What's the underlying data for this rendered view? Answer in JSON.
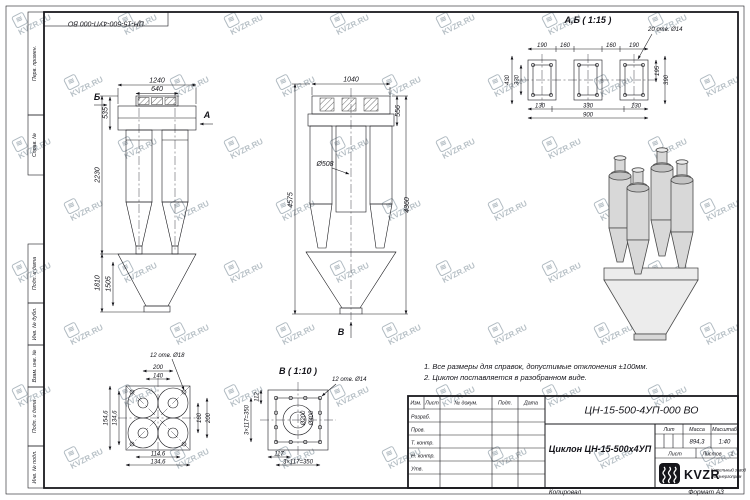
{
  "watermark": {
    "text": "KVZR.RU",
    "icon": "≋"
  },
  "margin": {
    "doc_number": "ЦН-15-500-4УП-000 ВО",
    "stamps": {
      "perv": "Перв. примен.",
      "sprav": "Справ. №",
      "podp1": "Подп. и дата",
      "inv_dubl": "Инв. № дубл.",
      "vzam": "Взам. инв. №",
      "podp2": "Подп. и дата",
      "inv_podl": "Инв. № подл."
    }
  },
  "views": {
    "front": {
      "dim_w1": "1240",
      "dim_w2": "640",
      "dim_h535": "535",
      "dim_h2230": "2230",
      "dim_h1810": "1810",
      "dim_h1505": "1505",
      "sec_b": "Б",
      "sec_a": "А"
    },
    "side": {
      "dim_w": "1040",
      "dim_h556": "556",
      "dia": "Ø508",
      "dim_h4575": "4575",
      "dim_h4360": "4360",
      "sec_v": "В"
    },
    "ab": {
      "title": "А,Б ( 1:15 )",
      "holes": "20 отв. Ø14",
      "t190a": "190",
      "t160a": "160",
      "t160b": "160",
      "t190b": "190",
      "l430": "430",
      "l330": "330",
      "r195": "195",
      "r390": "390",
      "b130a": "130",
      "b330": "330",
      "b130b": "130",
      "total": "900"
    },
    "bottom": {
      "d200": "200",
      "d140": "140",
      "holes": "12 отв. Ø18",
      "r160": "160",
      "r200": "200",
      "l134": "134,6",
      "l154": "154,6",
      "b114": "114,6",
      "b134": "134,6"
    },
    "secv": {
      "title": "В ( 1:10 )",
      "holes": "12 отв. Ø14",
      "d112": "112",
      "pitch_l": "3×117=350",
      "d117": "117",
      "pitch_b": "3×117=350",
      "dia1": "Ø200",
      "dia2": "Ø400"
    }
  },
  "notes": {
    "line1": "1. Все размеры для справок, допустимые отклонения ±100мм.",
    "line2": "2. Циклон поставляется в разобранном виде."
  },
  "title_block": {
    "designation": "ЦН-15-500-4УП-000 ВО",
    "name": "Циклон ЦН-15-500х4УП",
    "header": {
      "izm": "Изм.",
      "list": "Лист",
      "doc": "№ докум.",
      "podp": "Подп.",
      "date": "Дата"
    },
    "roles": {
      "razrab": "Разраб.",
      "prov": "Пров.",
      "tkontr": "Т. контр.",
      "nkontr": "Н. контр.",
      "utv": "Утв."
    },
    "lit": "Лит",
    "mass_l": "Масса",
    "scale_l": "Масштаб",
    "mass": "894,3",
    "scale": "1:40",
    "sheet_l": "Лист",
    "sheets_l": "Листов",
    "sheets": "1",
    "logo": "KVZR",
    "co1": "Котельный завод",
    "co2": "Росэнергопром"
  },
  "footer": {
    "copied": "Копировал",
    "format": "Формат А3"
  }
}
